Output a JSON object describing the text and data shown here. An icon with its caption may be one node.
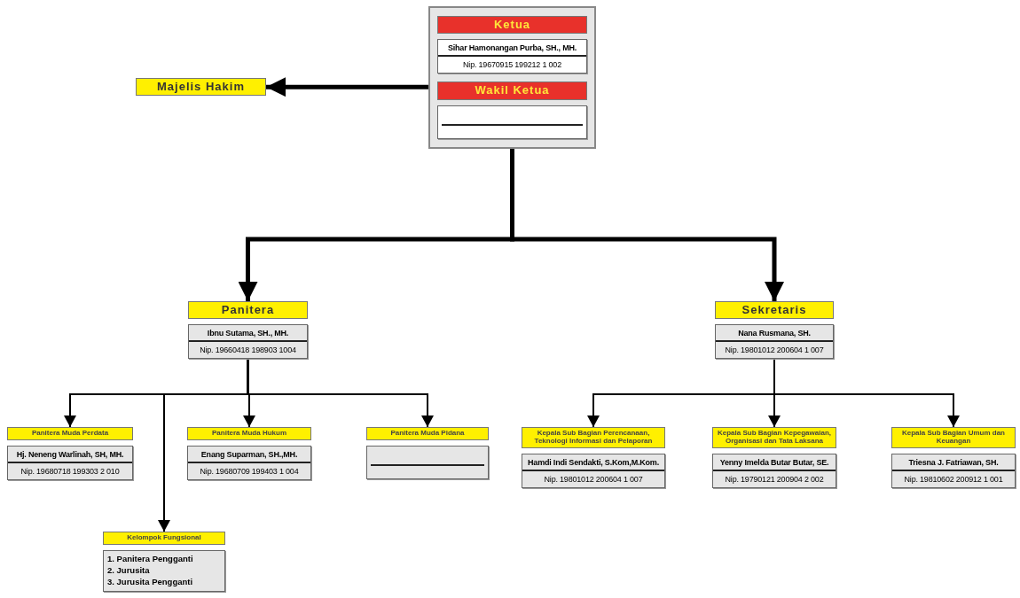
{
  "diagram": {
    "nodes": [
      {
        "text": [],
        "shape": "box"
      },
      {
        "text": [
          "Ketua",
          "Sihar Hamonangan Purba, SH., MH.",
          "Nip. 19670915 199212 1 002"
        ],
        "in": 0
      },
      {
        "text": [
          "Wakil Ketua"
        ],
        "in": 0
      },
      {
        "text": [
          "Majelis Hakim"
        ]
      },
      {
        "text": [
          "Panitera",
          "Ibnu Sutama, SH., MH.",
          "Nip. 19660418 198903 1004"
        ]
      },
      {
        "text": [
          "Sekretaris",
          "Nana Rusmana, SH.",
          "Nip. 19801012 200604 1 007"
        ]
      },
      {
        "text": [
          "Panitera Muda Perdata",
          "Hj. Neneng Warlinah, SH, MH.",
          "Nip. 19680718 199303 2 010"
        ]
      },
      {
        "text": [
          "Panitera Muda Hukum",
          "Enang Suparman, SH.,MH.",
          "Nip. 19680709 199403 1 004"
        ]
      },
      {
        "text": [
          "Panitera Muda Pidana"
        ]
      },
      {
        "text": [
          "Kelompok Fungsional",
          "1. Panitera Pengganti",
          "2. Jurusita",
          "3. Jurusita Pengganti"
        ]
      },
      {
        "text": [
          "Kepala Sub Bagian Perencanaan, Teknologi Informasi dan Pelaporan",
          "Hamdi Indi Sendakti, S.Kom,M.Kom.",
          "Nip. 19801012 200604 1 007"
        ]
      },
      {
        "text": [
          "Kepala Sub Bagian Kepegawaian, Organisasi dan Tata Laksana",
          "Yenny Imelda Butar Butar, SE.",
          "Nip. 19790121 200904 2 002"
        ]
      },
      {
        "text": [
          "Kepala Sub Bagian Umum dan Keuangan",
          "Triesna J. Fatriawan, SH.",
          "Nip. 19810602 200912 1 001"
        ]
      }
    ],
    "edges": [
      {
        "from": 0,
        "to": 3,
        "arrow": "to",
        "style": "thick"
      },
      {
        "from": 0,
        "to": 4,
        "arrow": "to",
        "style": "thick"
      },
      {
        "from": 0,
        "to": 5,
        "arrow": "to",
        "style": "thick"
      },
      {
        "from": 4,
        "to": 6,
        "arrow": "to"
      },
      {
        "from": 4,
        "to": 7,
        "arrow": "to"
      },
      {
        "from": 4,
        "to": 8,
        "arrow": "to"
      },
      {
        "from": 4,
        "to": 9,
        "arrow": "to"
      },
      {
        "from": 5,
        "to": 10,
        "arrow": "to"
      },
      {
        "from": 5,
        "to": 11,
        "arrow": "to"
      },
      {
        "from": 5,
        "to": 12,
        "arrow": "to"
      }
    ]
  }
}
